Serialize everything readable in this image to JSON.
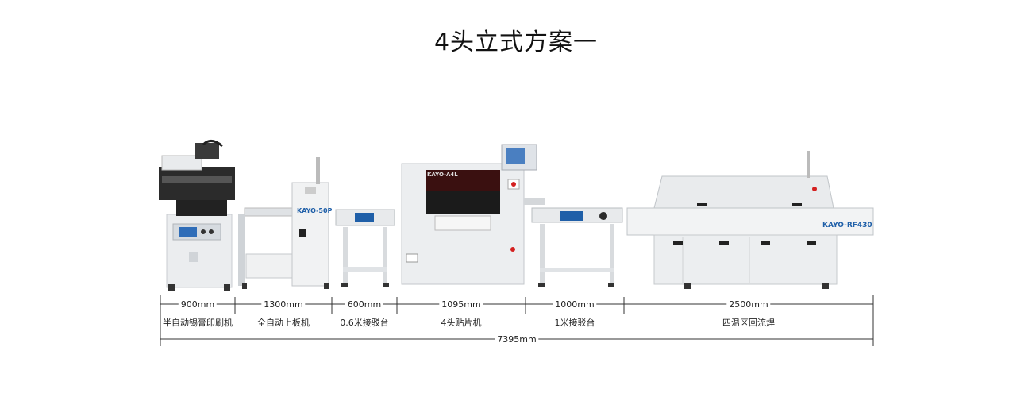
{
  "title": "4头立式方案一",
  "machines": [
    {
      "length": "900mm",
      "name": "半自动锡膏印刷机"
    },
    {
      "length": "1300mm",
      "name": "全自动上板机",
      "badge": "KAYO-50P"
    },
    {
      "length": "600mm",
      "name": "0.6米接驳台"
    },
    {
      "length": "1095mm",
      "name": "4头贴片机",
      "badge": "KAYO-A4L"
    },
    {
      "length": "1000mm",
      "name": "1米接驳台"
    },
    {
      "length": "2500mm",
      "name": "四温区回流焊",
      "badge": "KAYO-RF430"
    }
  ],
  "total_length": "7395mm",
  "colors": {
    "machine_body": "#e6e8ea",
    "accent_blue": "#1f5fa8",
    "warning_red": "#d42020"
  }
}
